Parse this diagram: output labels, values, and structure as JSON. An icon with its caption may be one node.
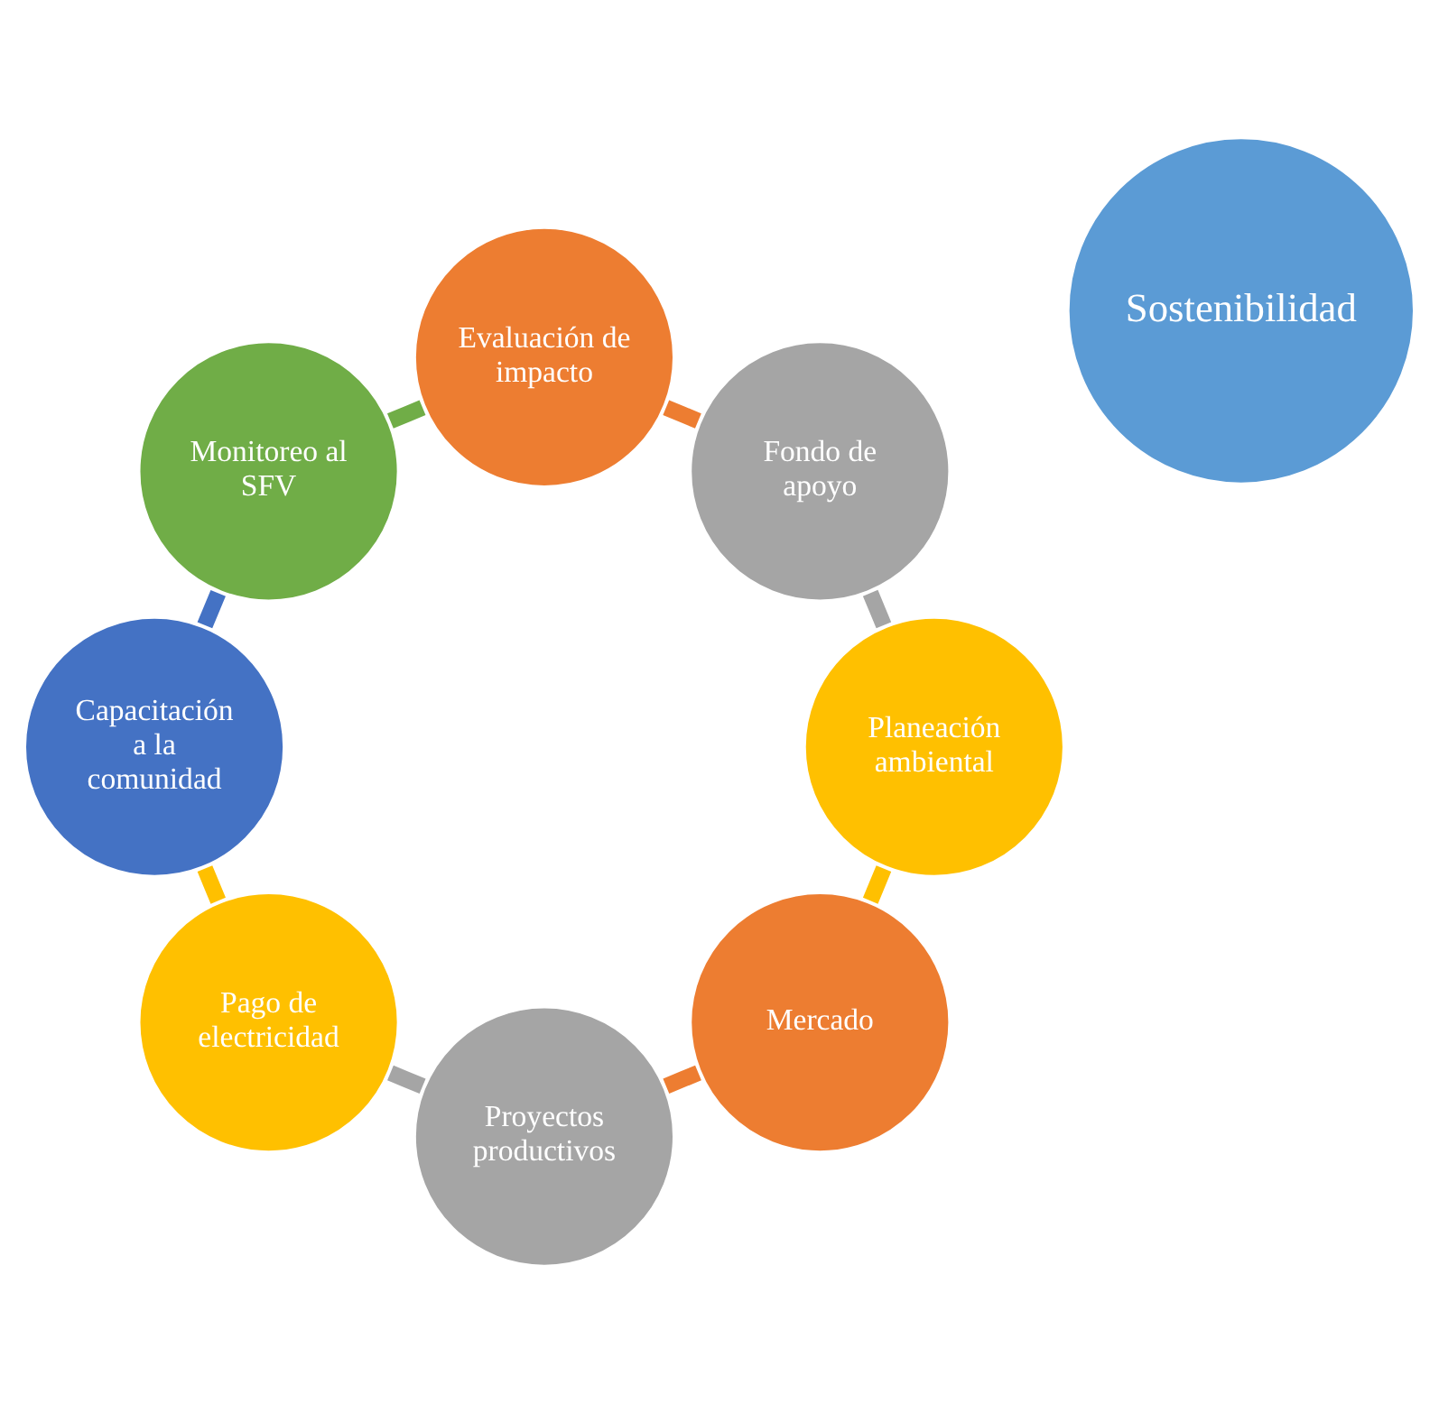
{
  "diagram": {
    "nodes": [
      {
        "text": [
          "Sostenibilidad"
        ]
      },
      {
        "text": [
          "Mercado"
        ]
      },
      {
        "text": [
          "Proyectos productivos"
        ]
      },
      {
        "text": [
          "Pago de electricidad"
        ]
      },
      {
        "text": [
          "Capacitación a la comunidad"
        ]
      },
      {
        "text": [
          "Monitoreo al SFV"
        ]
      },
      {
        "text": [
          "Evaluación de impacto"
        ]
      },
      {
        "text": [
          "Fondo de apoyo"
        ]
      },
      {
        "text": [
          "Planeación ambiental"
        ]
      }
    ],
    "edges": [
      {
        "from": 1,
        "to": 2,
        "arrow": "none",
        "color": "#ed7d31"
      },
      {
        "from": 2,
        "to": 3,
        "arrow": "none",
        "color": "#a5a5a5"
      },
      {
        "from": 3,
        "to": 4,
        "arrow": "none",
        "color": "#ffc000"
      },
      {
        "from": 4,
        "to": 5,
        "arrow": "none",
        "color": "#4472c4"
      },
      {
        "from": 5,
        "to": 6,
        "arrow": "none",
        "color": "#70ad47"
      },
      {
        "from": 6,
        "to": 7,
        "arrow": "none",
        "color": "#ed7d31"
      },
      {
        "from": 7,
        "to": 8,
        "arrow": "none",
        "color": "#a5a5a5"
      },
      {
        "from": 8,
        "to": 1,
        "arrow": "none",
        "color": "#ffc000"
      }
    ]
  }
}
